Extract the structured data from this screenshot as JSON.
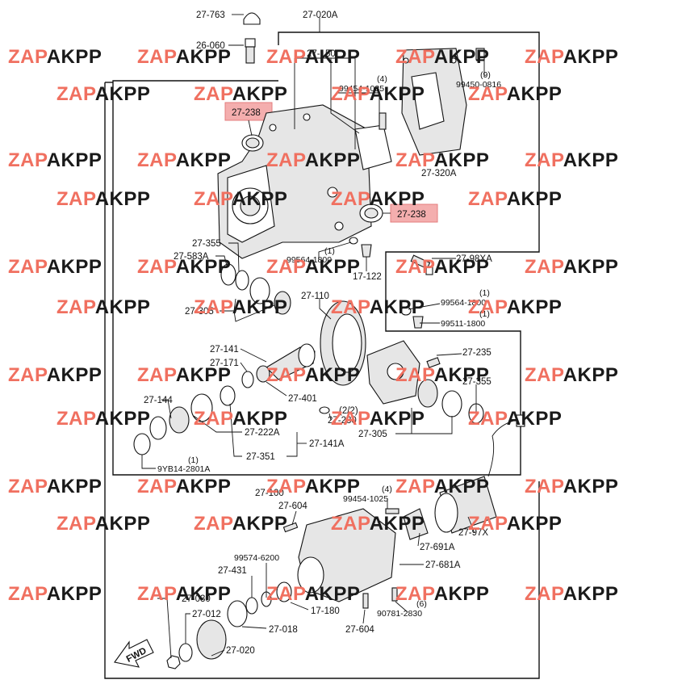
{
  "watermark": {
    "prefix": "ZAP",
    "suffix": "AKPP",
    "prefix_color": "#f07060",
    "suffix_color": "#1a1a1a"
  },
  "highlight_color": "#f3a6a6",
  "labels": {
    "p27_763": "27-763",
    "p27_020A": "27-020A",
    "p26_060": "26-060",
    "p27_150": "27-150",
    "qty_4a": "(4)",
    "p99454_1035": "99454-1035",
    "qty_9": "(9)",
    "p99450_0816": "99450-0816",
    "p27_238_top": "27-238",
    "p27_320A": "27-320A",
    "p27_238_right": "27-238",
    "p27_355_left": "27-355",
    "p27_583A": "27-583A",
    "qty_1a": "(1)",
    "p99564_1800_a": "99564-1800",
    "p17_122": "17-122",
    "p27_98XA": "27-98XA",
    "p27_305_left": "27-305",
    "p27_110": "27-110",
    "qty_1b": "(1)",
    "p99564_1800_b": "99564-1800",
    "qty_1c": "(1)",
    "p99511_1800": "99511-1800",
    "p27_141": "27-141",
    "p27_235": "27-235",
    "p27_171": "27-171",
    "p27_355_right": "27-355",
    "p27_144": "27-144",
    "p27_401": "27-401",
    "page_ref": "(2/2)",
    "p27_230": "27-230",
    "p27_222A": "27-222A",
    "p27_305_right": "27-305",
    "p27_141A": "27-141A",
    "p27_351": "27-351",
    "qty_1d": "(1)",
    "p9YB14_2801A": "9YB14-2801A",
    "p27_100": "27-100",
    "qty_4b": "(4)",
    "p99454_1025": "99454-1025",
    "p27_604_top": "27-604",
    "p27_97X": "27-97X",
    "p27_691A": "27-691A",
    "p99574_6200": "99574-6200",
    "p27_681A": "27-681A",
    "p27_431": "27-431",
    "p27_030": "27-030",
    "p17_180": "17-180",
    "qty_6": "(6)",
    "p90781_2830": "90781-2830",
    "p27_012": "27-012",
    "p27_018": "27-018",
    "p27_604_bottom": "27-604",
    "p27_020": "27-020",
    "fwd": "FWD"
  }
}
